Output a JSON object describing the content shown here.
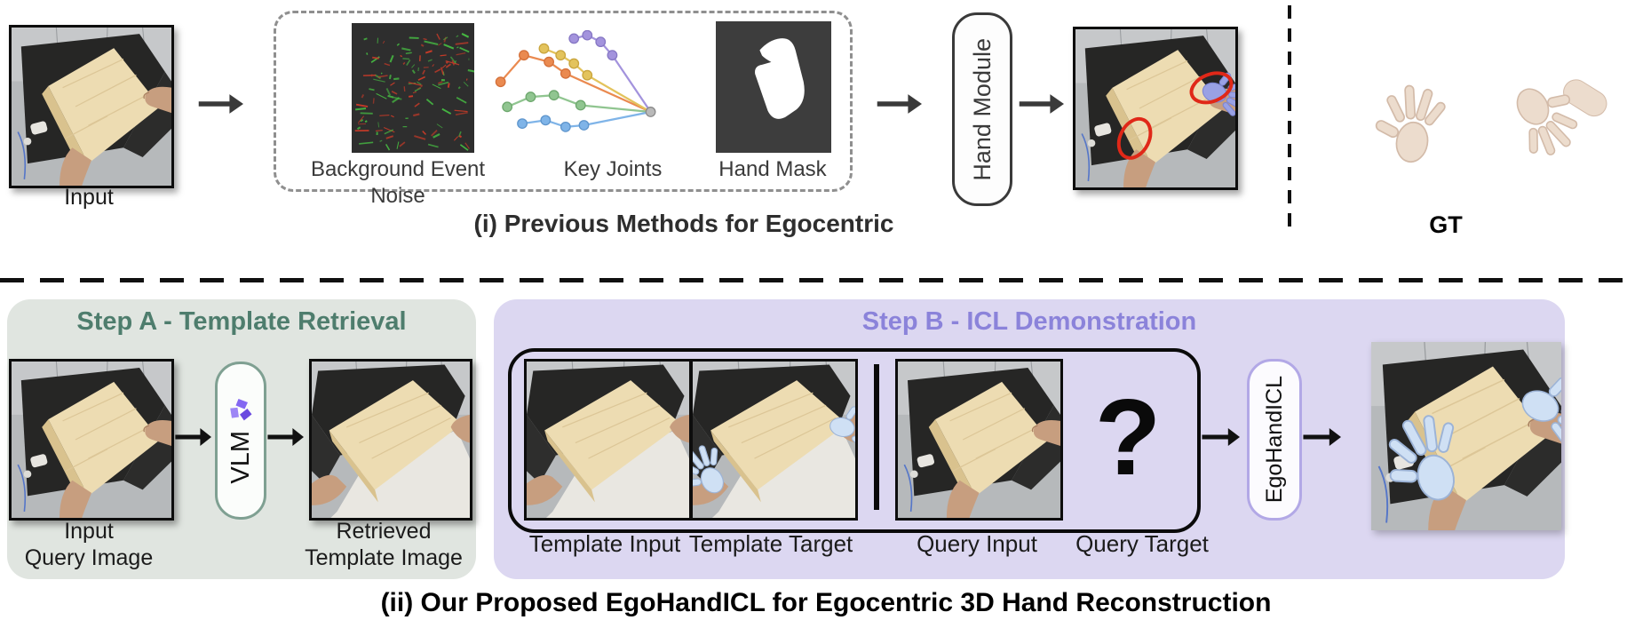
{
  "figure": {
    "panel_i": {
      "input_label": "Input",
      "noise_label": "Background Event Noise",
      "joints_label": "Key Joints",
      "mask_label": "Hand Mask",
      "module_label": "Hand Module",
      "caption": "(i) Previous Methods for Egocentric",
      "gt_label": "GT"
    },
    "step_a": {
      "title": "Step A - Template Retrieval",
      "model_label": "VLM",
      "input_caption": [
        "Input",
        "Query Image"
      ],
      "retrieved_caption": [
        "Retrieved",
        "Template Image"
      ]
    },
    "step_b": {
      "title": "Step B - ICL Demonstration",
      "item_labels": [
        "Template Input",
        "Template Target",
        "Query Input",
        "Query Target"
      ],
      "query_target_symbol": "?",
      "model_label": "EgoHandICL"
    },
    "caption_ii": "(ii) Our Proposed EgoHandICL for Egocentric 3D Hand Reconstruction",
    "photos": {
      "input": "egocentric photo: hands holding wooden board over dark table",
      "prev_output": "prediction with misaligned purple mesh hand, errors circled in red",
      "retrieved_template": "retrieved template photo of wooden board",
      "template_target": "template photo with blue mesh hand annotation",
      "final_output": "query photo with reconstructed blue mesh hands",
      "gt": "ground-truth 3D hand meshes"
    },
    "colors": {
      "step_a_bg": "#e0e5e0",
      "step_a_accent": "#4e7d6d",
      "step_b_bg": "#dcd7f1",
      "step_b_accent": "#8b83da",
      "vlm_border": "#7fa092",
      "ego_border": "#b2a8e6",
      "error_circle": "#e02818",
      "mesh_hand_prev": "#99a1e4",
      "mesh_hand_prev_stroke": "#7b84d2",
      "mesh_hand_icl": "#cfe0f4",
      "mesh_hand_icl_stroke": "#9cb3d6",
      "event_red": "#cc3b28",
      "event_green": "#46b942",
      "skin": "#c79e7f",
      "gt_skin": "#ecdccd",
      "board": "#eddcb2"
    },
    "icons": {
      "vlm_logo": "purple-pinwheel-icon",
      "arrow": "right-arrow-icon"
    }
  }
}
